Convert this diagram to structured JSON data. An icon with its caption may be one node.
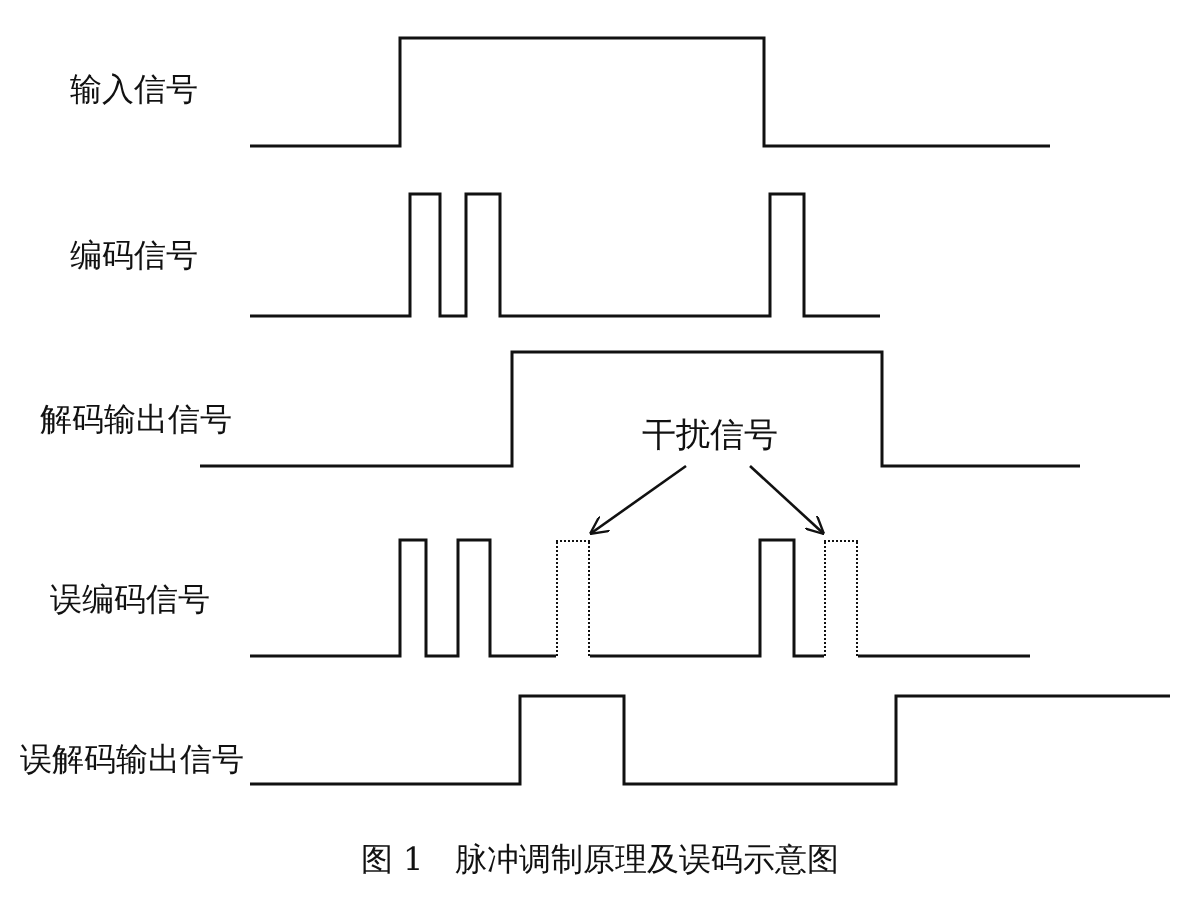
{
  "diagram": {
    "caption": "图 1　脉冲调制原理及误码示意图",
    "nodes": [
      {
        "text": [
          "干扰信号"
        ]
      },
      {
        "text": [],
        "shape": "bar"
      },
      {
        "text": [],
        "shape": "bar"
      }
    ],
    "edges": [
      {
        "from": 0,
        "to": 1,
        "arrow": "to"
      },
      {
        "from": 0,
        "to": 2,
        "arrow": "to"
      }
    ],
    "labels": [
      "输入信号",
      "编码信号",
      "解码输出信号",
      "误编码信号",
      "误解码输出信号"
    ]
  }
}
